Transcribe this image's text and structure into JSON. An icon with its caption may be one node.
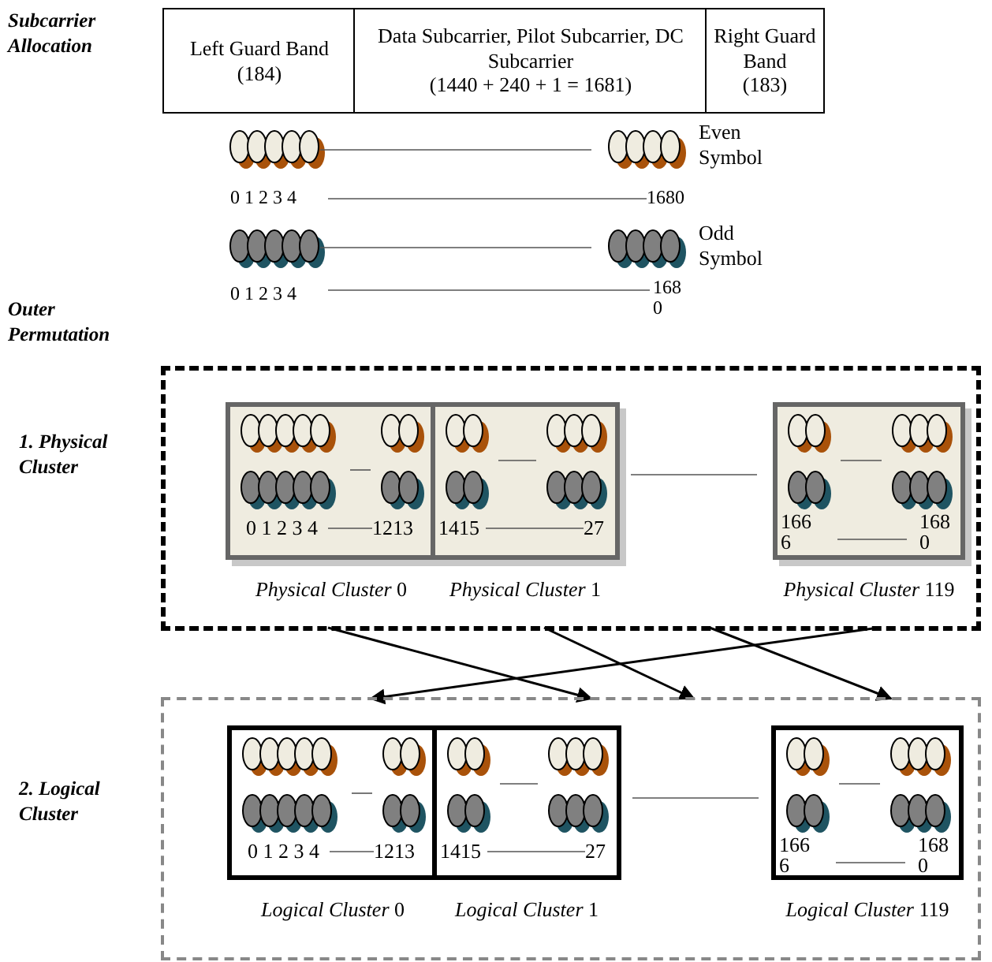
{
  "diagram": {
    "nodes": [
      {
        "text": [
          "Left Guard Band",
          "(184)"
        ]
      },
      {
        "text": [
          "Data Subcarrier, Pilot Subcarrier, DC Subcarrier",
          "(1440 + 240 + 1 = 1681)"
        ]
      },
      {
        "text": [
          "Right Guard Band",
          "(183)"
        ]
      },
      {
        "text": [],
        "shape": "box"
      },
      {
        "text": [
          "0 1 2 3 4",
          "1213"
        ],
        "in": 3,
        "beside": [
          "*Physical Cluster* 0"
        ]
      },
      {
        "text": [
          "1415",
          "27"
        ],
        "in": 3,
        "beside": [
          "*Physical Cluster* 1"
        ]
      },
      {
        "text": [
          "1666",
          "1680"
        ],
        "in": 3,
        "beside": [
          "*Physical Cluster* 119"
        ]
      },
      {
        "text": [],
        "shape": "box"
      },
      {
        "text": [
          "0 1 2 3 4",
          "1213"
        ],
        "in": 7,
        "beside": [
          "*Logical Cluster* 0"
        ]
      },
      {
        "text": [
          "1415",
          "27"
        ],
        "in": 7,
        "beside": [
          "*Logical Cluster* 1"
        ]
      },
      {
        "text": [
          "1666",
          "1680"
        ],
        "in": 7,
        "beside": [
          "*Logical Cluster* 119"
        ]
      }
    ],
    "edges": [
      {
        "from": 3,
        "to": 7,
        "arrow": "to"
      },
      {
        "from": 3,
        "to": 7,
        "arrow": "to"
      },
      {
        "from": 3,
        "to": 7,
        "arrow": "to"
      },
      {
        "from": 3,
        "to": 7,
        "arrow": "to"
      }
    ],
    "labels": [
      "Subcarrier Allocation",
      "Even Symbol",
      "0 1 2 3 4",
      "1680",
      "Odd Symbol",
      "0 1 2 3 4",
      "1680",
      "Outer Permutation",
      "1. Physical Cluster",
      "2. Logical Cluster"
    ]
  }
}
